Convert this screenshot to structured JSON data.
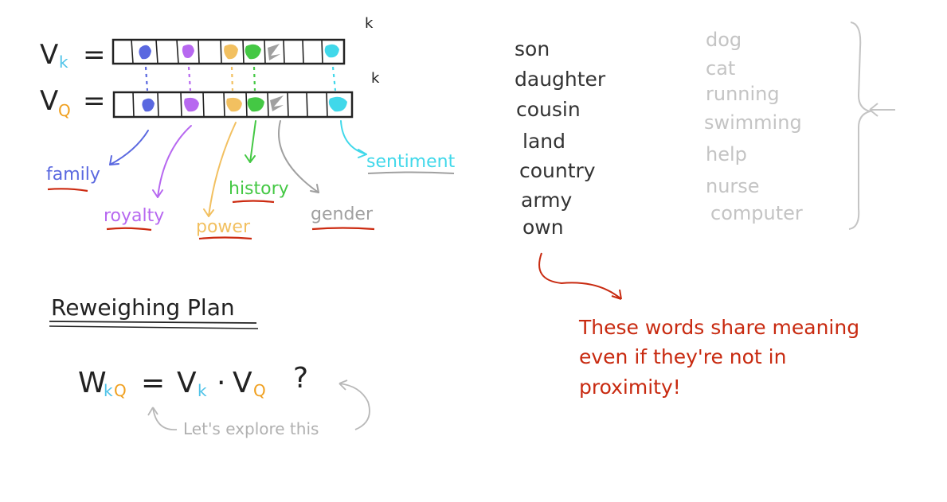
{
  "vectors": {
    "k": {
      "letter": "V",
      "sub": "k",
      "eq": "=",
      "dim_mark": "k"
    },
    "q": {
      "letter": "V",
      "sub": "Q",
      "eq": "=",
      "dim_mark": "k"
    }
  },
  "features": {
    "family": "family",
    "royalty": "royalty",
    "power": "power",
    "history": "history",
    "gender": "gender",
    "sentiment": "sentiment"
  },
  "plan": {
    "title": "Reweighing Plan",
    "formula": {
      "w": "W",
      "w_sub_k": "k",
      "w_sub_q": "Q",
      "eq": "=",
      "v1": "V",
      "v1_sub": "k",
      "dot": "·",
      "v2": "V",
      "v2_sub": "Q",
      "question": "?"
    },
    "note": "Let's explore this"
  },
  "words": {
    "related": [
      "son",
      "daughter",
      "cousin",
      "land",
      "country",
      "army",
      "own"
    ],
    "unrelated": [
      "dog",
      "cat",
      "running",
      "swimming",
      "help",
      "nurse",
      "computer"
    ]
  },
  "annotation": [
    "These words share meaning",
    "even if they're not in",
    "proximity!"
  ],
  "colors": {
    "ink": "#222222",
    "k_blue": "#4fc3e8",
    "q_orange": "#f0a020",
    "family": "#5a68e0",
    "royalty": "#b768f0",
    "power": "#f2c060",
    "history": "#44c844",
    "gender": "#a0a0a0",
    "sentiment": "#40d8ea",
    "underline": "#cc2a10",
    "annotation": "#c82a10",
    "faded": "#c4c4c4"
  }
}
